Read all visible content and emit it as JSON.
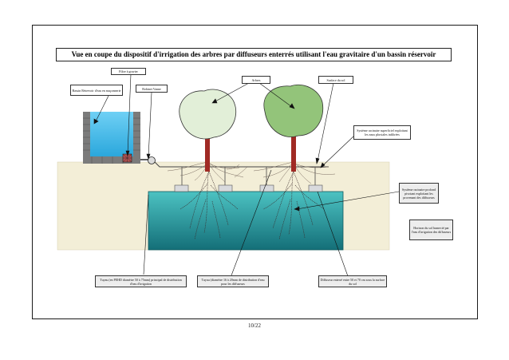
{
  "title": "Vue en coupe  du dispositif d'irrigation  des arbres par diffuseurs enterrés  utilisant l'eau gravitaire d'un bassin réservoir",
  "labels": {
    "filtre": "Filtre à gravier",
    "bassin": "Bassin Réservoir d'eau en maçonnerie",
    "robinet": "Robinet Vanne",
    "arbres": "Arbres",
    "surface": "Surface du sol",
    "racines_superficiel": "Système racinaire  superficiel exploitant les eaux pluviales infiltrées",
    "racines_profond": "Système racinaire  profond pivotant exploitant les provenant des diffuseurs",
    "horizon": "Horizon du sol humecté par l'eau d'irrigation des diffuseurs",
    "tuyau_pehd": "Tuyau (en PEHD diamètre 50 à 75mm) principal de distribution d'eau d'irrigation",
    "tuyau_distribution": "Tuyau (diamètre 16 à 20mm  de distribution d'eau pour les diffuseurs",
    "diffuseur": "Diffuseur enterré entre 50 et  70 cm sous la surface du sol"
  },
  "colors": {
    "water": "#3cb6e8",
    "soil": "#f3eed7",
    "wet_zone": "#1e8f95",
    "tree_left": "#e2efd8",
    "tree_right": "#93c47a",
    "trunk": "#a02a24"
  },
  "page_number": "10/22"
}
